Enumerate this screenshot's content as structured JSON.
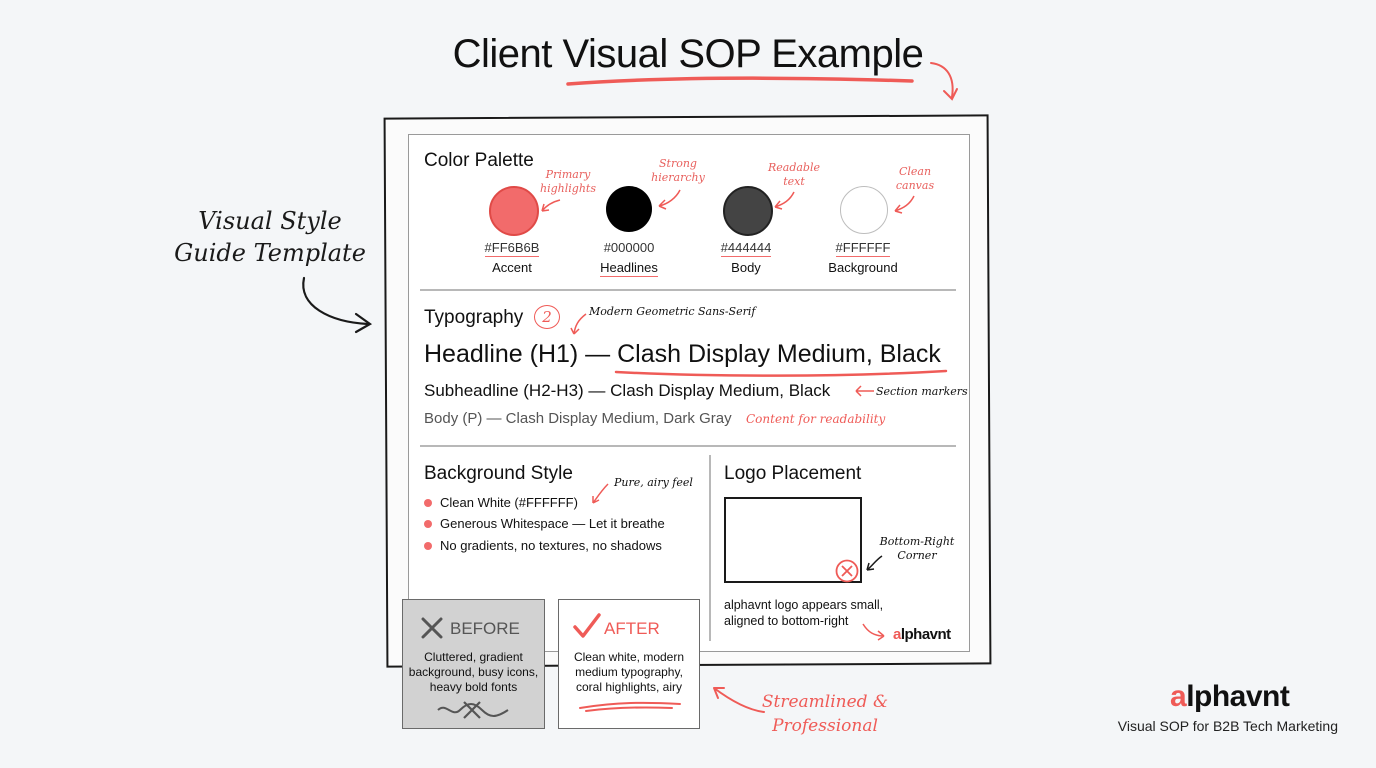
{
  "title": "Client Visual SOP Example",
  "guide_label": [
    "Visual Style",
    "Guide Template"
  ],
  "palette": {
    "heading": "Color Palette",
    "swatches": [
      {
        "hex": "#FF6B6B",
        "name": "Accent",
        "note": [
          "Primary",
          "highlights"
        ],
        "color": "#f26b6b"
      },
      {
        "hex": "#000000",
        "name": "Headlines",
        "note": [
          "Strong",
          "hierarchy"
        ],
        "color": "#000000"
      },
      {
        "hex": "#444444",
        "name": "Body",
        "note": [
          "Readable",
          "text"
        ],
        "color": "#444444"
      },
      {
        "hex": "#FFFFFF",
        "name": "Background",
        "note": [
          "Clean",
          "canvas"
        ],
        "color": "#ffffff"
      }
    ]
  },
  "typography": {
    "heading": "Typography",
    "number": "2",
    "font_note": "Modern Geometric Sans-Serif",
    "h1_sample": "Headline (H1) — Clash Display Medium, Black",
    "h2_sample": "Subheadline (H2-H3) — Clash Display Medium, Black",
    "h2_note": "Section markers",
    "body_sample": "Body (P) — Clash Display Medium, Dark Gray",
    "body_note": "Content for readability"
  },
  "background_style": {
    "heading": "Background Style",
    "note": "Pure, airy feel",
    "items": [
      "Clean White (#FFFFFF)",
      "Generous Whitespace — Let it breathe",
      "No gradients, no textures, no shadows"
    ]
  },
  "logo_placement": {
    "heading": "Logo Placement",
    "corner_note": [
      "Bottom-Right",
      "Corner"
    ],
    "description": [
      "alphavnt logo appears small,",
      "aligned to bottom-right"
    ],
    "logo": {
      "accent": "a",
      "rest": "lphavnt"
    }
  },
  "before": {
    "label": "BEFORE",
    "text": [
      "Cluttered, gradient",
      "background, busy icons,",
      "heavy bold fonts"
    ]
  },
  "after": {
    "label": "AFTER",
    "text": [
      "Clean white, modern",
      "medium typography,",
      "coral highlights, airy"
    ]
  },
  "result_note": [
    "Streamlined &",
    "Professional"
  ],
  "brand": {
    "accent": "a",
    "rest": "lphavnt",
    "tagline": "Visual SOP for B2B Tech Marketing"
  },
  "colors": {
    "coral": "#f26b6b",
    "ink": "#111111",
    "paper": "#ffffff",
    "background": "#f4f6f8"
  }
}
